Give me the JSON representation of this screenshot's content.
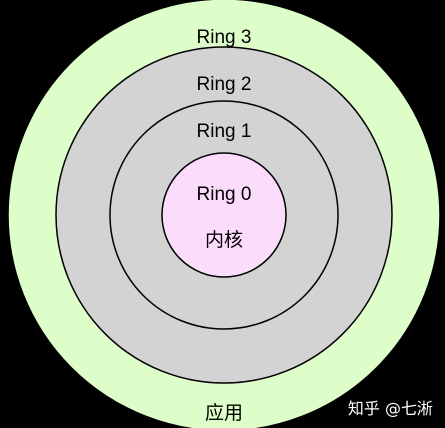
{
  "rings": [
    {
      "id": "ring-3",
      "label": "Ring 3",
      "fill": "#ddfdc9"
    },
    {
      "id": "ring-2",
      "label": "Ring 2",
      "fill": "#d3d3d3"
    },
    {
      "id": "ring-1",
      "label": "Ring 1",
      "fill": "#d3d3d3"
    },
    {
      "id": "ring-0",
      "label": "Ring 0",
      "fill": "#fcdcfb"
    }
  ],
  "inner_label": "内核",
  "outer_label": "应用",
  "watermark": "知乎 @七淅",
  "colors": {
    "background": "#000000",
    "stroke": "#000000",
    "text": "#000000",
    "watermark": "#ffffff"
  }
}
